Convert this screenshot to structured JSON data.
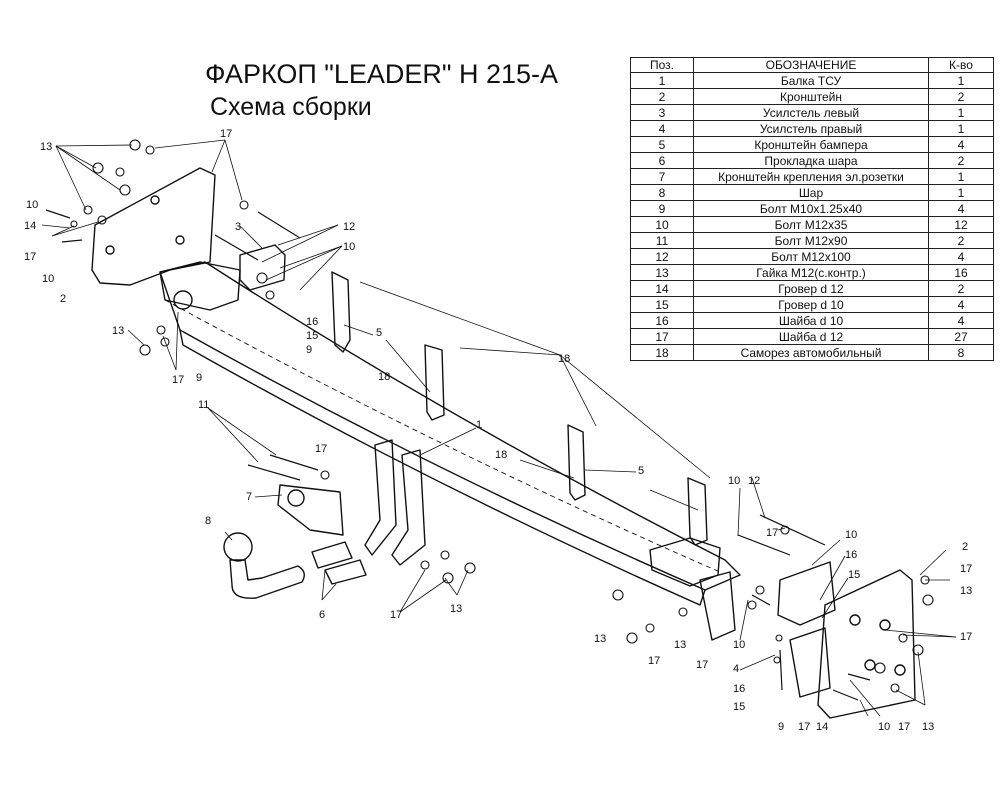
{
  "title": "ФАРКОП \"LEADER\" H 215-A",
  "subtitle": "Схема сборки",
  "table": {
    "headers": [
      "Поз.",
      "ОБОЗНАЧЕНИЕ",
      "К-во"
    ],
    "rows": [
      [
        "1",
        "Балка ТСУ",
        "1"
      ],
      [
        "2",
        "Кронштейн",
        "2"
      ],
      [
        "3",
        "Усилстель левый",
        "1"
      ],
      [
        "4",
        "Усилстель правый",
        "1"
      ],
      [
        "5",
        "Кронштейн бампера",
        "4"
      ],
      [
        "6",
        "Прокладка шара",
        "2"
      ],
      [
        "7",
        "Кронштейн крепления эл.розетки",
        "1"
      ],
      [
        "8",
        "Шар",
        "1"
      ],
      [
        "9",
        "Болт М10х1.25х40",
        "4"
      ],
      [
        "10",
        "Болт М12х35",
        "12"
      ],
      [
        "11",
        "Болт М12х90",
        "2"
      ],
      [
        "12",
        "Болт М12х100",
        "4"
      ],
      [
        "13",
        "Гайка М12(с.контр.)",
        "16"
      ],
      [
        "14",
        "Гровер d 12",
        "2"
      ],
      [
        "15",
        "Гровер d 10",
        "4"
      ],
      [
        "16",
        "Шайба d 10",
        "4"
      ],
      [
        "17",
        "Шайба d 12",
        "27"
      ],
      [
        "18",
        "Саморез автомобильный",
        "8"
      ]
    ]
  },
  "callouts": [
    "1",
    "2",
    "3",
    "4",
    "5",
    "6",
    "7",
    "8",
    "9",
    "10",
    "11",
    "12",
    "13",
    "14",
    "15",
    "16",
    "17",
    "18"
  ]
}
